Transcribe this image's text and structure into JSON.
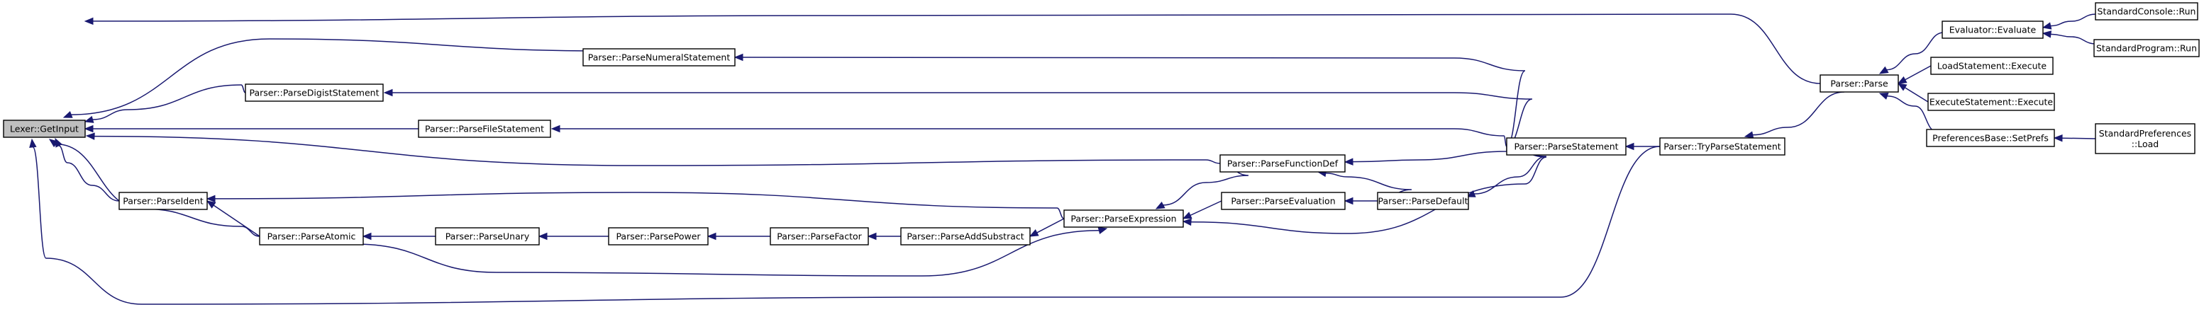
{
  "diagram": {
    "type": "call-graph",
    "colors": {
      "edge": "#191970",
      "node_fill": "#ffffff",
      "root_fill": "#bfbfbf",
      "border": "#000000"
    },
    "nodes": [
      {
        "id": "getinput",
        "label": "Lexer::GetInput",
        "root": true
      },
      {
        "id": "numeral",
        "label": "Parser::ParseNumeralStatement"
      },
      {
        "id": "digist",
        "label": "Parser::ParseDigistStatement"
      },
      {
        "id": "filestmt",
        "label": "Parser::ParseFileStatement"
      },
      {
        "id": "funcdef",
        "label": "Parser::ParseFunctionDef"
      },
      {
        "id": "ident",
        "label": "Parser::ParseIdent"
      },
      {
        "id": "atomic",
        "label": "Parser::ParseAtomic"
      },
      {
        "id": "unary",
        "label": "Parser::ParseUnary"
      },
      {
        "id": "power",
        "label": "Parser::ParsePower"
      },
      {
        "id": "factor",
        "label": "Parser::ParseFactor"
      },
      {
        "id": "addsub",
        "label": "Parser::ParseAddSubstract"
      },
      {
        "id": "expr",
        "label": "Parser::ParseExpression"
      },
      {
        "id": "evaluation",
        "label": "Parser::ParseEvaluation"
      },
      {
        "id": "default",
        "label": "Parser::ParseDefault"
      },
      {
        "id": "statement",
        "label": "Parser::ParseStatement"
      },
      {
        "id": "tryparse",
        "label": "Parser::TryParseStatement"
      },
      {
        "id": "parse",
        "label": "Parser::Parse"
      },
      {
        "id": "evaluate",
        "label": "Evaluator::Evaluate"
      },
      {
        "id": "loadstmt",
        "label": "LoadStatement::Execute"
      },
      {
        "id": "execstmt",
        "label": "ExecuteStatement::Execute"
      },
      {
        "id": "setprefs",
        "label": "PreferencesBase::SetPrefs"
      },
      {
        "id": "console",
        "label": "StandardConsole::Run"
      },
      {
        "id": "program",
        "label": "StandardProgram::Run"
      },
      {
        "id": "stdprefs",
        "label": [
          "StandardPreferences",
          "::Load"
        ]
      }
    ],
    "edges": [
      {
        "from": "numeral",
        "to": "getinput"
      },
      {
        "from": "digist",
        "to": "getinput"
      },
      {
        "from": "filestmt",
        "to": "getinput"
      },
      {
        "from": "funcdef",
        "to": "getinput"
      },
      {
        "from": "ident",
        "to": "getinput"
      },
      {
        "from": "atomic",
        "to": "getinput"
      },
      {
        "from": "parse",
        "to": "getinput"
      },
      {
        "from": "tryparse",
        "to": "getinput"
      },
      {
        "from": "statement",
        "to": "numeral"
      },
      {
        "from": "statement",
        "to": "digist"
      },
      {
        "from": "statement",
        "to": "filestmt"
      },
      {
        "from": "statement",
        "to": "funcdef"
      },
      {
        "from": "default",
        "to": "funcdef"
      },
      {
        "from": "atomic",
        "to": "ident"
      },
      {
        "from": "expr",
        "to": "ident"
      },
      {
        "from": "unary",
        "to": "atomic"
      },
      {
        "from": "power",
        "to": "unary"
      },
      {
        "from": "factor",
        "to": "power"
      },
      {
        "from": "addsub",
        "to": "factor"
      },
      {
        "from": "expr",
        "to": "addsub"
      },
      {
        "from": "atomic",
        "to": "expr"
      },
      {
        "from": "funcdef",
        "to": "expr"
      },
      {
        "from": "evaluation",
        "to": "expr"
      },
      {
        "from": "statement",
        "to": "expr"
      },
      {
        "from": "default",
        "to": "evaluation"
      },
      {
        "from": "statement",
        "to": "default"
      },
      {
        "from": "tryparse",
        "to": "statement"
      },
      {
        "from": "parse",
        "to": "tryparse"
      },
      {
        "from": "evaluate",
        "to": "parse"
      },
      {
        "from": "loadstmt",
        "to": "parse"
      },
      {
        "from": "execstmt",
        "to": "parse"
      },
      {
        "from": "setprefs",
        "to": "parse"
      },
      {
        "from": "console",
        "to": "evaluate"
      },
      {
        "from": "program",
        "to": "evaluate"
      },
      {
        "from": "stdprefs",
        "to": "setprefs"
      }
    ]
  }
}
